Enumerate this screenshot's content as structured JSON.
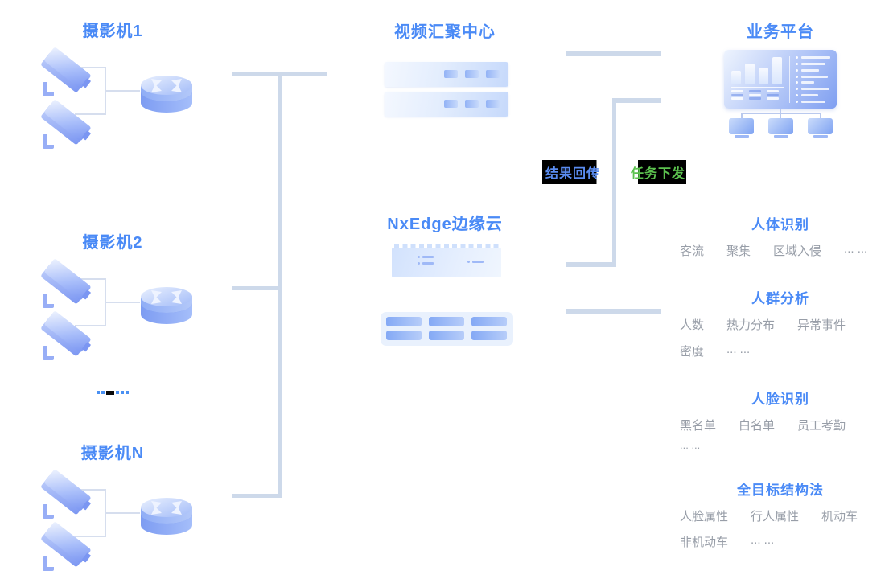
{
  "cameras": {
    "group1": "摄影机1",
    "group2": "摄影机2",
    "groupN": "摄影机N"
  },
  "center": {
    "video_hub_title": "视频汇聚中心",
    "edge_cloud_title": "NxEdge边缘云"
  },
  "flows": {
    "result_return": "结果回传",
    "task_dispatch": "任务下发"
  },
  "platform": {
    "title": "业务平台",
    "sections": [
      {
        "title": "人体识别",
        "lines": [
          [
            "客流",
            "聚集",
            "区域入侵",
            "... ..."
          ]
        ]
      },
      {
        "title": "人群分析",
        "lines": [
          [
            "人数",
            "热力分布",
            "异常事件"
          ],
          [
            "密度",
            "... ..."
          ]
        ]
      },
      {
        "title": "人脸识别",
        "lines": [
          [
            "黑名单",
            "白名单",
            "员工考勤"
          ],
          [
            "... ..."
          ]
        ]
      },
      {
        "title": "全目标结构法",
        "lines": [
          [
            "人脸属性",
            "行人属性",
            "机动车"
          ],
          [
            "非机动车",
            "... ..."
          ]
        ]
      }
    ]
  },
  "colors": {
    "accent_blue": "#4a8af6",
    "flow_blue": "#5a8cf0",
    "flow_green": "#5cc24f",
    "item_gray": "#989ea8",
    "connector": "#cdd9ea"
  }
}
